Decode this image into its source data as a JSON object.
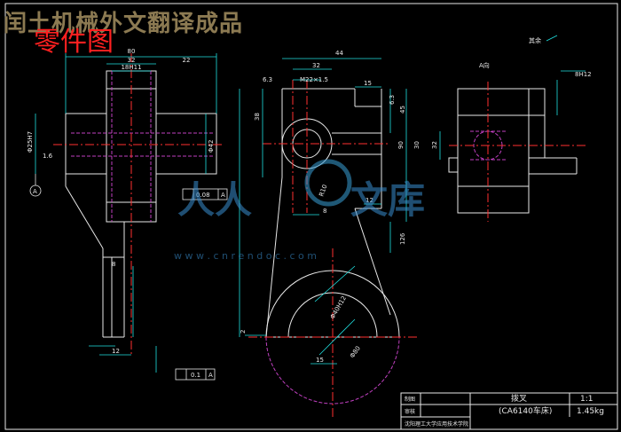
{
  "watermark": {
    "banner": "闰土机械外文翻译成品",
    "logo_url": "w w w . c n r e n d o c . c o m"
  },
  "sheet_label": "零件图",
  "dims": {
    "d80": "80",
    "d32a": "32",
    "d22": "22",
    "d18h11": "18H11",
    "d25h7": "Φ25H7",
    "d42": "Φ42",
    "d1_6": "1.6",
    "datum_a": "A",
    "d0_05": "0.08",
    "d0_05_ref": "A",
    "d0_1": "0.1",
    "d0_1_ref": "A",
    "d12": "12",
    "d8": "8",
    "d44": "44",
    "d32b": "32",
    "d15": "15",
    "m22": "M22×1.5",
    "d6_3a": "6.3",
    "d6_3b": "6.3",
    "d38": "38",
    "d45": "45",
    "d90": "90",
    "d30": "30",
    "r10": "R10",
    "d12b": "12",
    "d8b": "8",
    "d2": "2",
    "d15b": "15",
    "d126": "126",
    "phi40": "Φ40H12",
    "phi80": "Φ80",
    "a_view": "A向",
    "d8h12": "8H12",
    "d32c": "32",
    "rest": "其余"
  },
  "title_block": {
    "part_name": "拨叉",
    "machine": "(CA6140车床)",
    "scale": "1:1",
    "weight": "1.45kg",
    "drawn": "制图",
    "checked": "审核",
    "school": "沈阳理工大学应用技术学院"
  }
}
